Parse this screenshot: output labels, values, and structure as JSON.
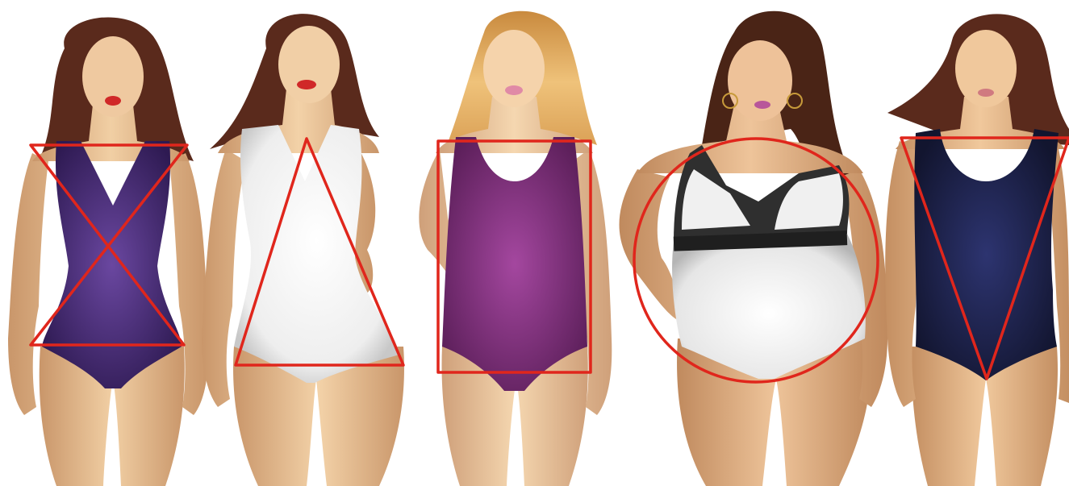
{
  "figures": [
    {
      "name": "hourglass",
      "overlay": "hourglass-icon",
      "skin": "#e9bf92",
      "skin_shade": "#c9966a",
      "hair": "#5a2a1c",
      "swimsuit": "#4b2c7c",
      "swimsuit_shade": "#2e1a52"
    },
    {
      "name": "pear",
      "overlay": "triangle-icon",
      "skin": "#ecc497",
      "skin_shade": "#c9966a",
      "hair": "#5a2a1c",
      "swimsuit": "#f6f6f6",
      "swimsuit_shade": "#c8c8c8"
    },
    {
      "name": "rectangle",
      "overlay": "rectangle-icon",
      "skin": "#efcaa0",
      "skin_shade": "#cfa07a",
      "hair": "#d9a155",
      "swimsuit": "#8a3386",
      "swimsuit_shade": "#5c1f5a"
    },
    {
      "name": "apple",
      "overlay": "circle-icon",
      "skin": "#e6b98a",
      "skin_shade": "#c08a5e",
      "hair": "#4a2416",
      "swimsuit": "#ededed",
      "swimsuit_shade": "#2f2f2f"
    },
    {
      "name": "inverted-triangle",
      "overlay": "inverted-triangle-icon",
      "skin": "#e7bb8e",
      "skin_shade": "#c48f62",
      "hair": "#5a2a1c",
      "swimsuit": "#1e2350",
      "swimsuit_shade": "#12152f"
    }
  ],
  "overlay_color": "#e0261c",
  "background": "#ffffff"
}
